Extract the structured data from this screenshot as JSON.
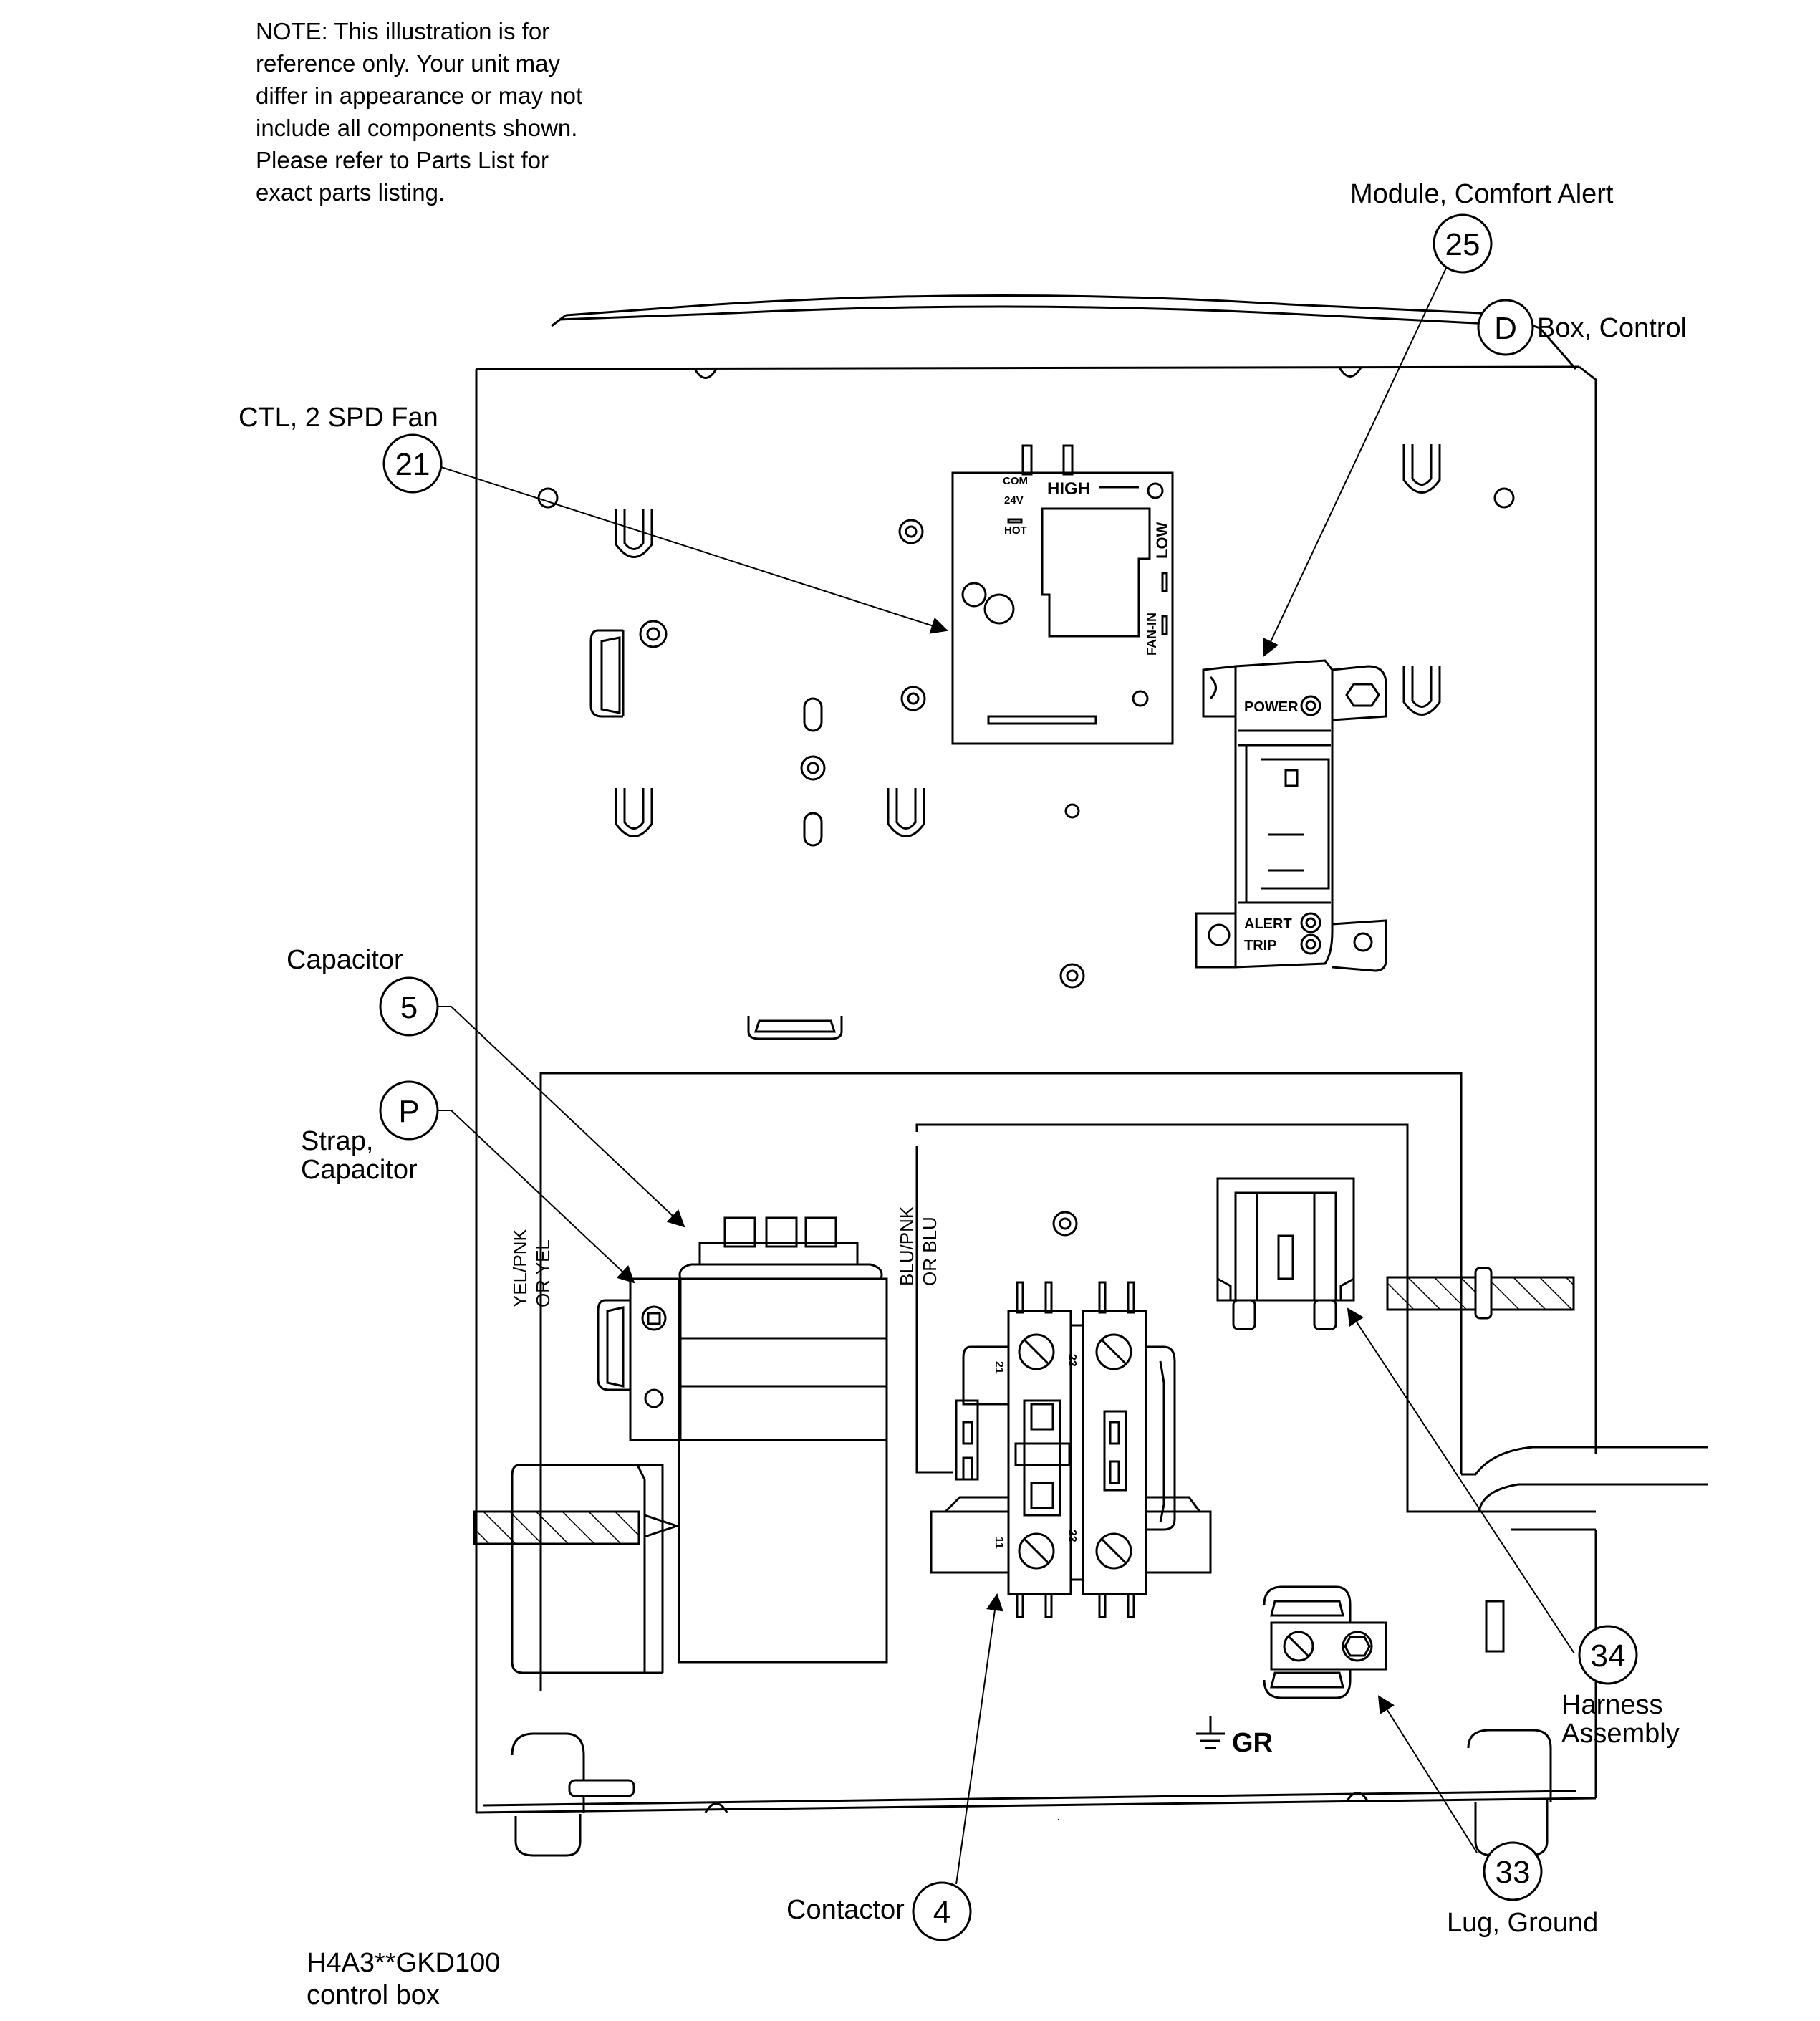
{
  "note": {
    "lines": [
      "NOTE: This illustration is for",
      "reference only.  Your unit may",
      "differ in appearance or may not",
      "include all components shown.",
      "Please refer to Parts List for",
      "exact parts listing."
    ]
  },
  "callouts": {
    "module": {
      "number": "25",
      "label": "Module, Comfort Alert"
    },
    "box": {
      "number": "D",
      "label": "Box, Control"
    },
    "fan_control": {
      "number": "21",
      "label": "CTL, 2 SPD Fan"
    },
    "capacitor": {
      "number": "5",
      "label": "Capacitor"
    },
    "strap": {
      "number": "P",
      "label_line1": "Strap,",
      "label_line2": "Capacitor"
    },
    "harness": {
      "number": "34",
      "label_line1": "Harness",
      "label_line2": "Assembly"
    },
    "lug": {
      "number": "33",
      "label": "Lug, Ground"
    },
    "contactor": {
      "number": "4",
      "label": "Contactor"
    }
  },
  "board_labels": {
    "com": "COM",
    "v24": "24V",
    "hot": "HOT",
    "high": "HIGH",
    "low": "LOW",
    "fan_in": "FAN-IN",
    "power": "POWER",
    "alert": "ALERT",
    "trip": "TRIP",
    "ground": "GR"
  },
  "wire_labels": {
    "yel_line1": "YEL/PNK",
    "yel_line2": "OR YEL",
    "blu_line1": "BLU/PNK",
    "blu_line2": "OR BLU"
  },
  "contactor_marks": {
    "t1": "21",
    "t2": "23",
    "t3": "11",
    "t4": "23"
  },
  "caption": {
    "model": "H4A3**GKD100",
    "name": "control box"
  }
}
